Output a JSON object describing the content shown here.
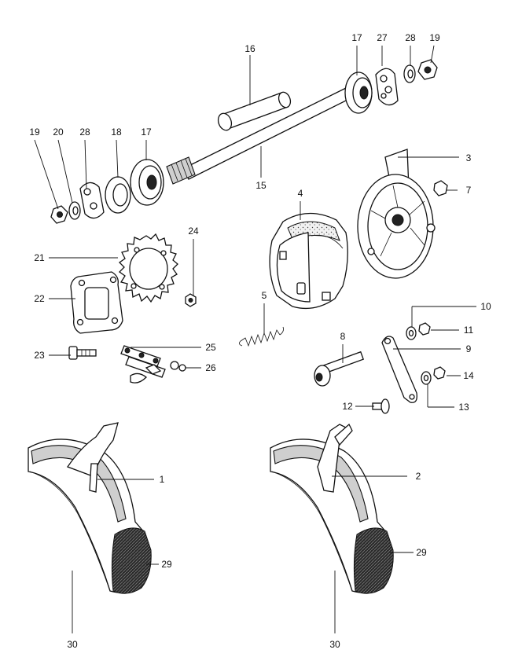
{
  "diagram": {
    "callouts": {
      "c1": "1",
      "c2": "2",
      "c3": "3",
      "c4": "4",
      "c5": "5",
      "c7": "7",
      "c8": "8",
      "c9": "9",
      "c10": "10",
      "c11": "11",
      "c12": "12",
      "c13": "13",
      "c14": "14",
      "c15": "15",
      "c16": "16",
      "c17_top": "17",
      "c17_left": "17",
      "c18": "18",
      "c19_top": "19",
      "c19_left": "19",
      "c20": "20",
      "c21": "21",
      "c22": "22",
      "c23": "23",
      "c24": "24",
      "c25": "25",
      "c26": "26",
      "c27": "27",
      "c28_top": "28",
      "c28_left": "28",
      "c29_left": "29",
      "c29_right": "29",
      "c30_left": "30",
      "c30_right": "30"
    }
  }
}
